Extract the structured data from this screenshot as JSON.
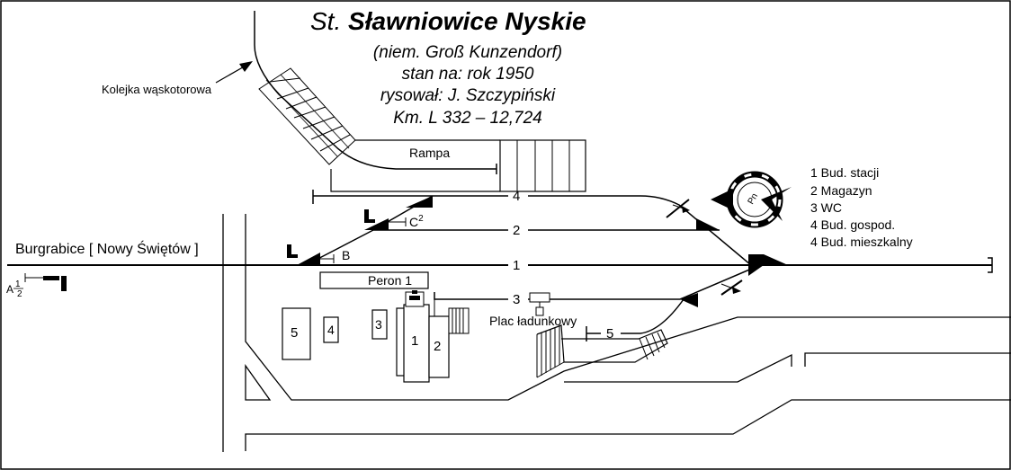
{
  "title": {
    "prefix": "St. ",
    "name": "Sławniowice Nyskie",
    "line1": "(niem. Groß Kunzendorf)",
    "line2": "stan na: rok 1950",
    "line3": "rysował: J. Szczypiński",
    "line4": "Km. L 332 – 12,724"
  },
  "labels": {
    "narrow_gauge": "Kolejka wąskotorowa",
    "direction_west": "Burgrabice [ Nowy Świętów ]",
    "ramp": "Rampa",
    "platform": "Peron 1",
    "loading_yard": "Plac ładunkowy",
    "signal_a": "A",
    "signal_a_num": "1",
    "signal_a_den": "2",
    "signal_b": "B",
    "signal_c": "C",
    "signal_c_sup": "2",
    "compass": "Pn"
  },
  "tracks": [
    {
      "id": "1",
      "label": "1"
    },
    {
      "id": "2",
      "label": "2"
    },
    {
      "id": "3",
      "label": "3"
    },
    {
      "id": "4",
      "label": "4"
    },
    {
      "id": "5",
      "label": "5"
    }
  ],
  "buildings": [
    {
      "id": "1",
      "label": "1"
    },
    {
      "id": "2",
      "label": "2"
    },
    {
      "id": "3",
      "label": "3"
    },
    {
      "id": "4",
      "label": "4"
    },
    {
      "id": "5",
      "label": "5"
    }
  ],
  "legend": [
    "1 Bud. stacji",
    "2 Magazyn",
    "3 WC",
    "4 Bud. gospod.",
    "4 Bud. mieszkalny"
  ]
}
